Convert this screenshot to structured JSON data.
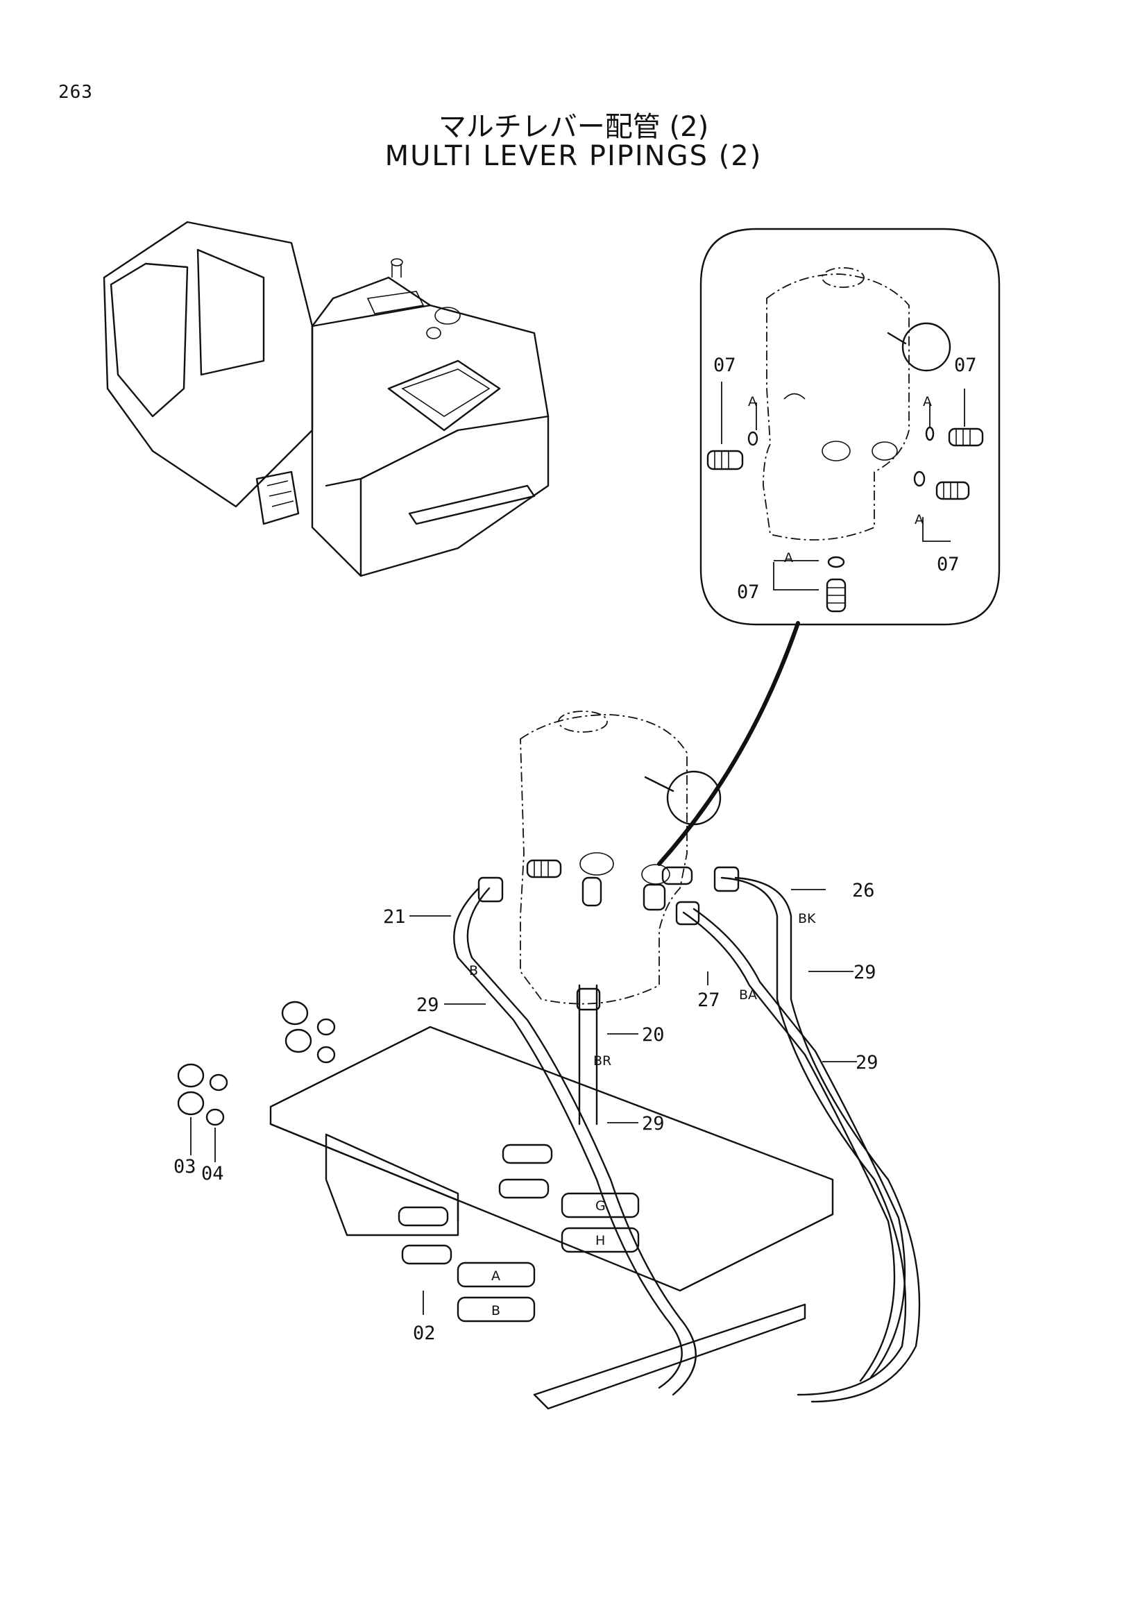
{
  "page_number": "263",
  "title_jp": "マルチレバー配管 (2)",
  "title_en": "MULTI LEVER PIPINGS (2)",
  "callouts": {
    "c02": "02",
    "c03": "03",
    "c04": "04",
    "c07a": "07",
    "c07b": "07",
    "c07c": "07",
    "c07d": "07",
    "c20": "20",
    "c21": "21",
    "c26": "26",
    "c27": "27",
    "c29a": "29",
    "c29b": "29",
    "c29c": "29",
    "c29d": "29"
  },
  "detail_tags": {
    "a1": "A",
    "a2": "A",
    "a3": "A",
    "a4": "A"
  },
  "hose_tags": {
    "b": "B",
    "br": "BR",
    "ba": "BA",
    "bk": "BK",
    "g": "G",
    "h": "H",
    "a": "A",
    "b2": "B"
  }
}
